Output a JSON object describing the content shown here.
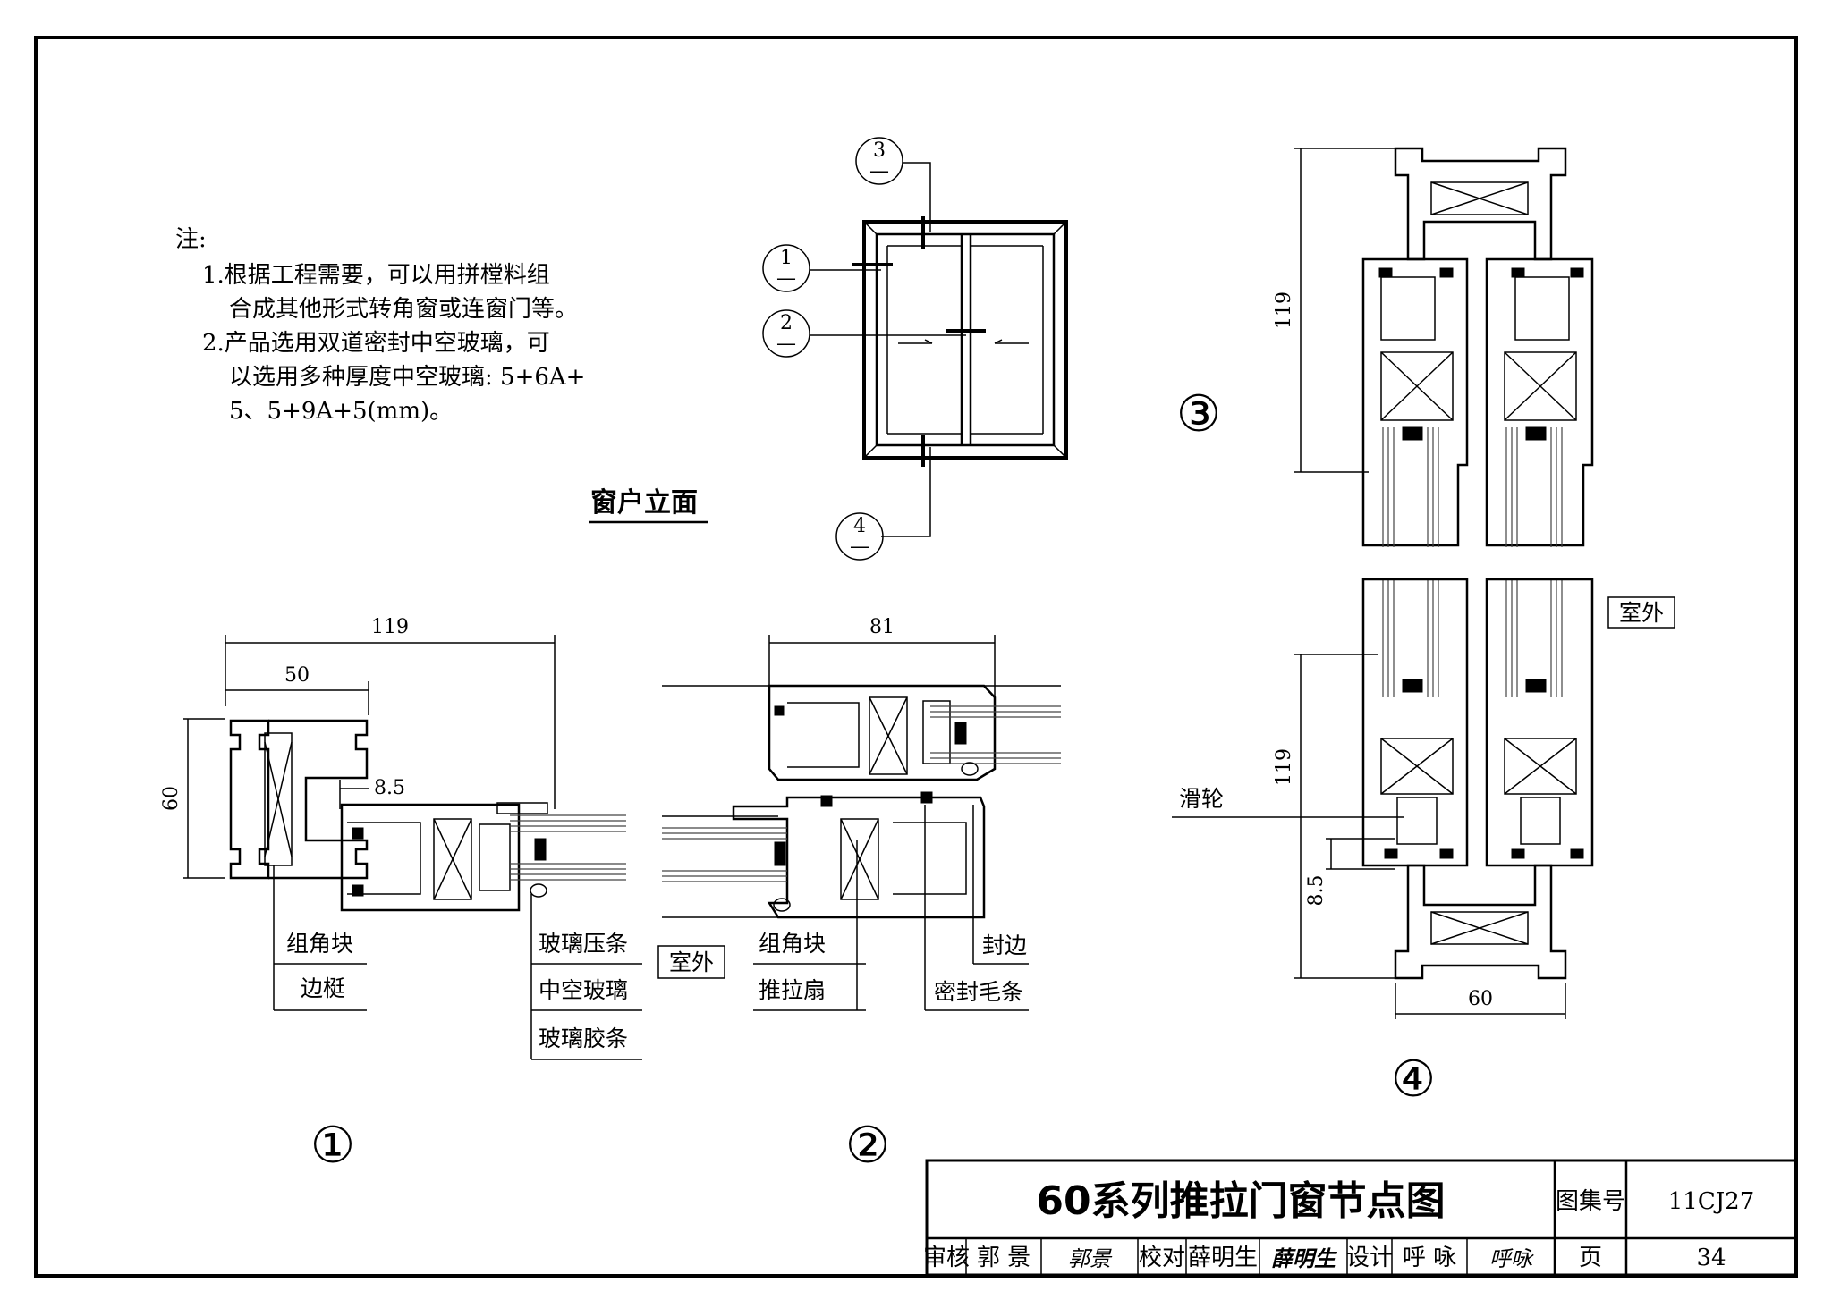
{
  "notes": {
    "heading": "注:",
    "items": [
      "1.根据工程需要，可以用拼樘料组",
      "合成其他形式转角窗或连窗门等。",
      "2.产品选用双道密封中空玻璃，可",
      "以选用多种厚度中空玻璃: 5+6A+",
      "5、5+9A+5(mm)。"
    ]
  },
  "elevation": {
    "caption": "窗户立面",
    "markers": [
      "1",
      "2",
      "3",
      "4"
    ],
    "marker_sub": "—"
  },
  "detail1": {
    "number": "①",
    "dims": {
      "width_total": "119",
      "width_part": "50",
      "height": "60",
      "offset": "8.5"
    },
    "labels": [
      "组角块",
      "边梃",
      "玻璃压条",
      "中空玻璃",
      "玻璃胶条"
    ],
    "outdoor": "室外"
  },
  "detail2": {
    "number": "②",
    "dims": {
      "width": "81"
    },
    "labels": [
      "组角块",
      "推拉扇",
      "封边",
      "密封毛条"
    ]
  },
  "detail34": {
    "number3": "③",
    "number4": "④",
    "dims": {
      "upper_height": "119",
      "lower_height": "119",
      "offset": "8.5",
      "width": "60"
    },
    "labels": {
      "outdoor": "室外",
      "roller": "滑轮"
    }
  },
  "title_block": {
    "title": "60系列推拉门窗节点图",
    "atlas_label": "图集号",
    "atlas_no": "11CJ27",
    "review_label": "审核",
    "reviewer": "郭 景",
    "reviewer_sig": "郭景",
    "check_label": "校对",
    "checker": "薛明生",
    "checker_sig": "薛明生",
    "design_label": "设计",
    "designer": "呼 咏",
    "designer_sig": "呼咏",
    "page_label": "页",
    "page_no": "34"
  }
}
